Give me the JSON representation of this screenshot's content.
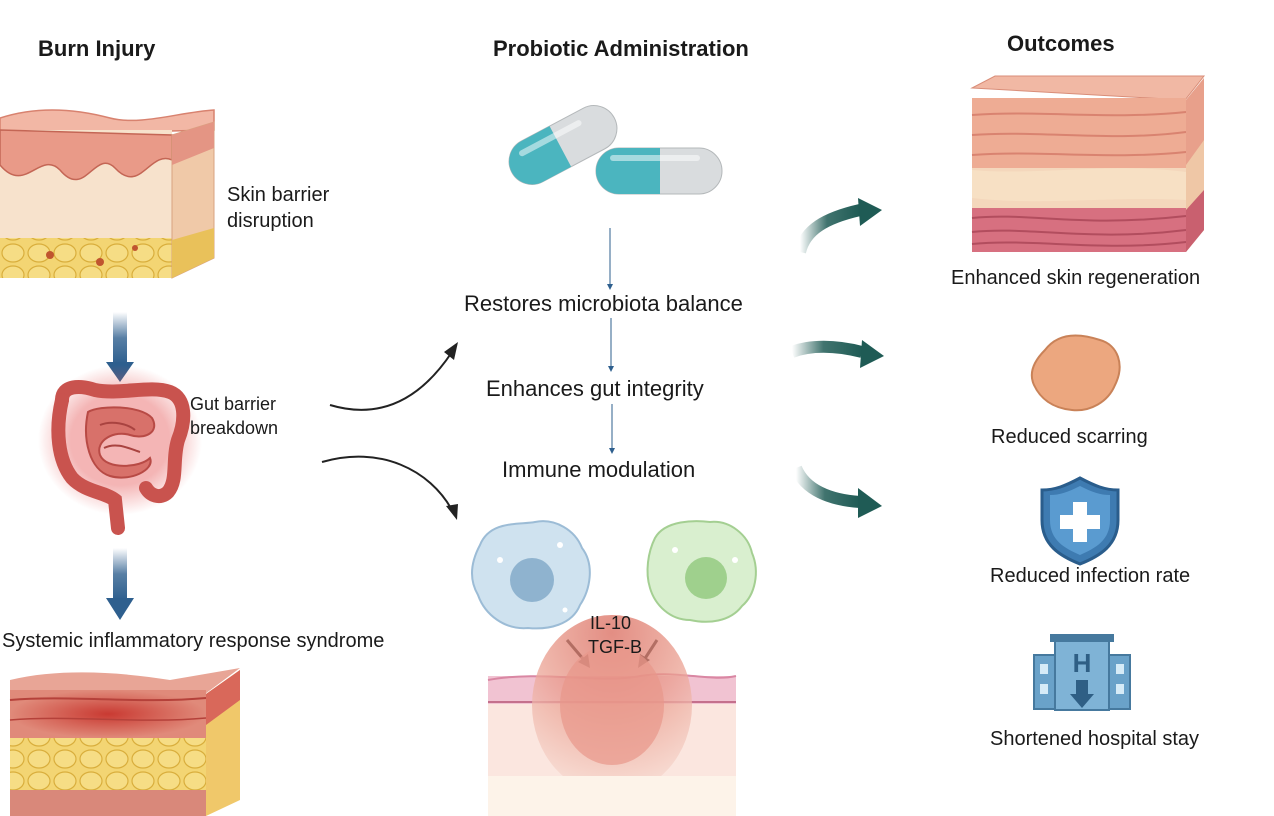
{
  "columns": {
    "burn": {
      "title": "Burn Injury"
    },
    "probiotic": {
      "title": "Probiotic Administration"
    },
    "outcomes": {
      "title": "Outcomes"
    }
  },
  "burn_panel": {
    "skin_label_1": "Skin barrier",
    "skin_label_2": "disruption",
    "gut_label_1": "Gut barrier",
    "gut_label_2": "breakdown",
    "sirs_label": "Systemic inflammatory response syndrome"
  },
  "probiotic_panel": {
    "step_1": "Restores microbiota balance",
    "step_2": "Enhances gut integrity",
    "step_3": "Immune modulation",
    "cytokine_1": "IL-10",
    "cytokine_2": "TGF-B"
  },
  "outcomes_panel": {
    "item_1": "Enhanced skin regeneration",
    "item_2": "Reduced scarring",
    "item_3": "Reduced infection rate",
    "item_4": "Shortened hospital stay"
  },
  "colors": {
    "blue_arrow": "#2e5f8e",
    "teal_arrow": "#1f5b55",
    "capsule_teal": "#4bb5bf",
    "capsule_grey": "#d9dcde",
    "skin_pink": "#e9a08f",
    "fat_yellow": "#eec85a"
  },
  "icons": [
    "capsule-icon",
    "shield-cross-icon",
    "hospital-icon",
    "intestine-icon",
    "immune-cell-icon",
    "scar-patch-icon"
  ]
}
